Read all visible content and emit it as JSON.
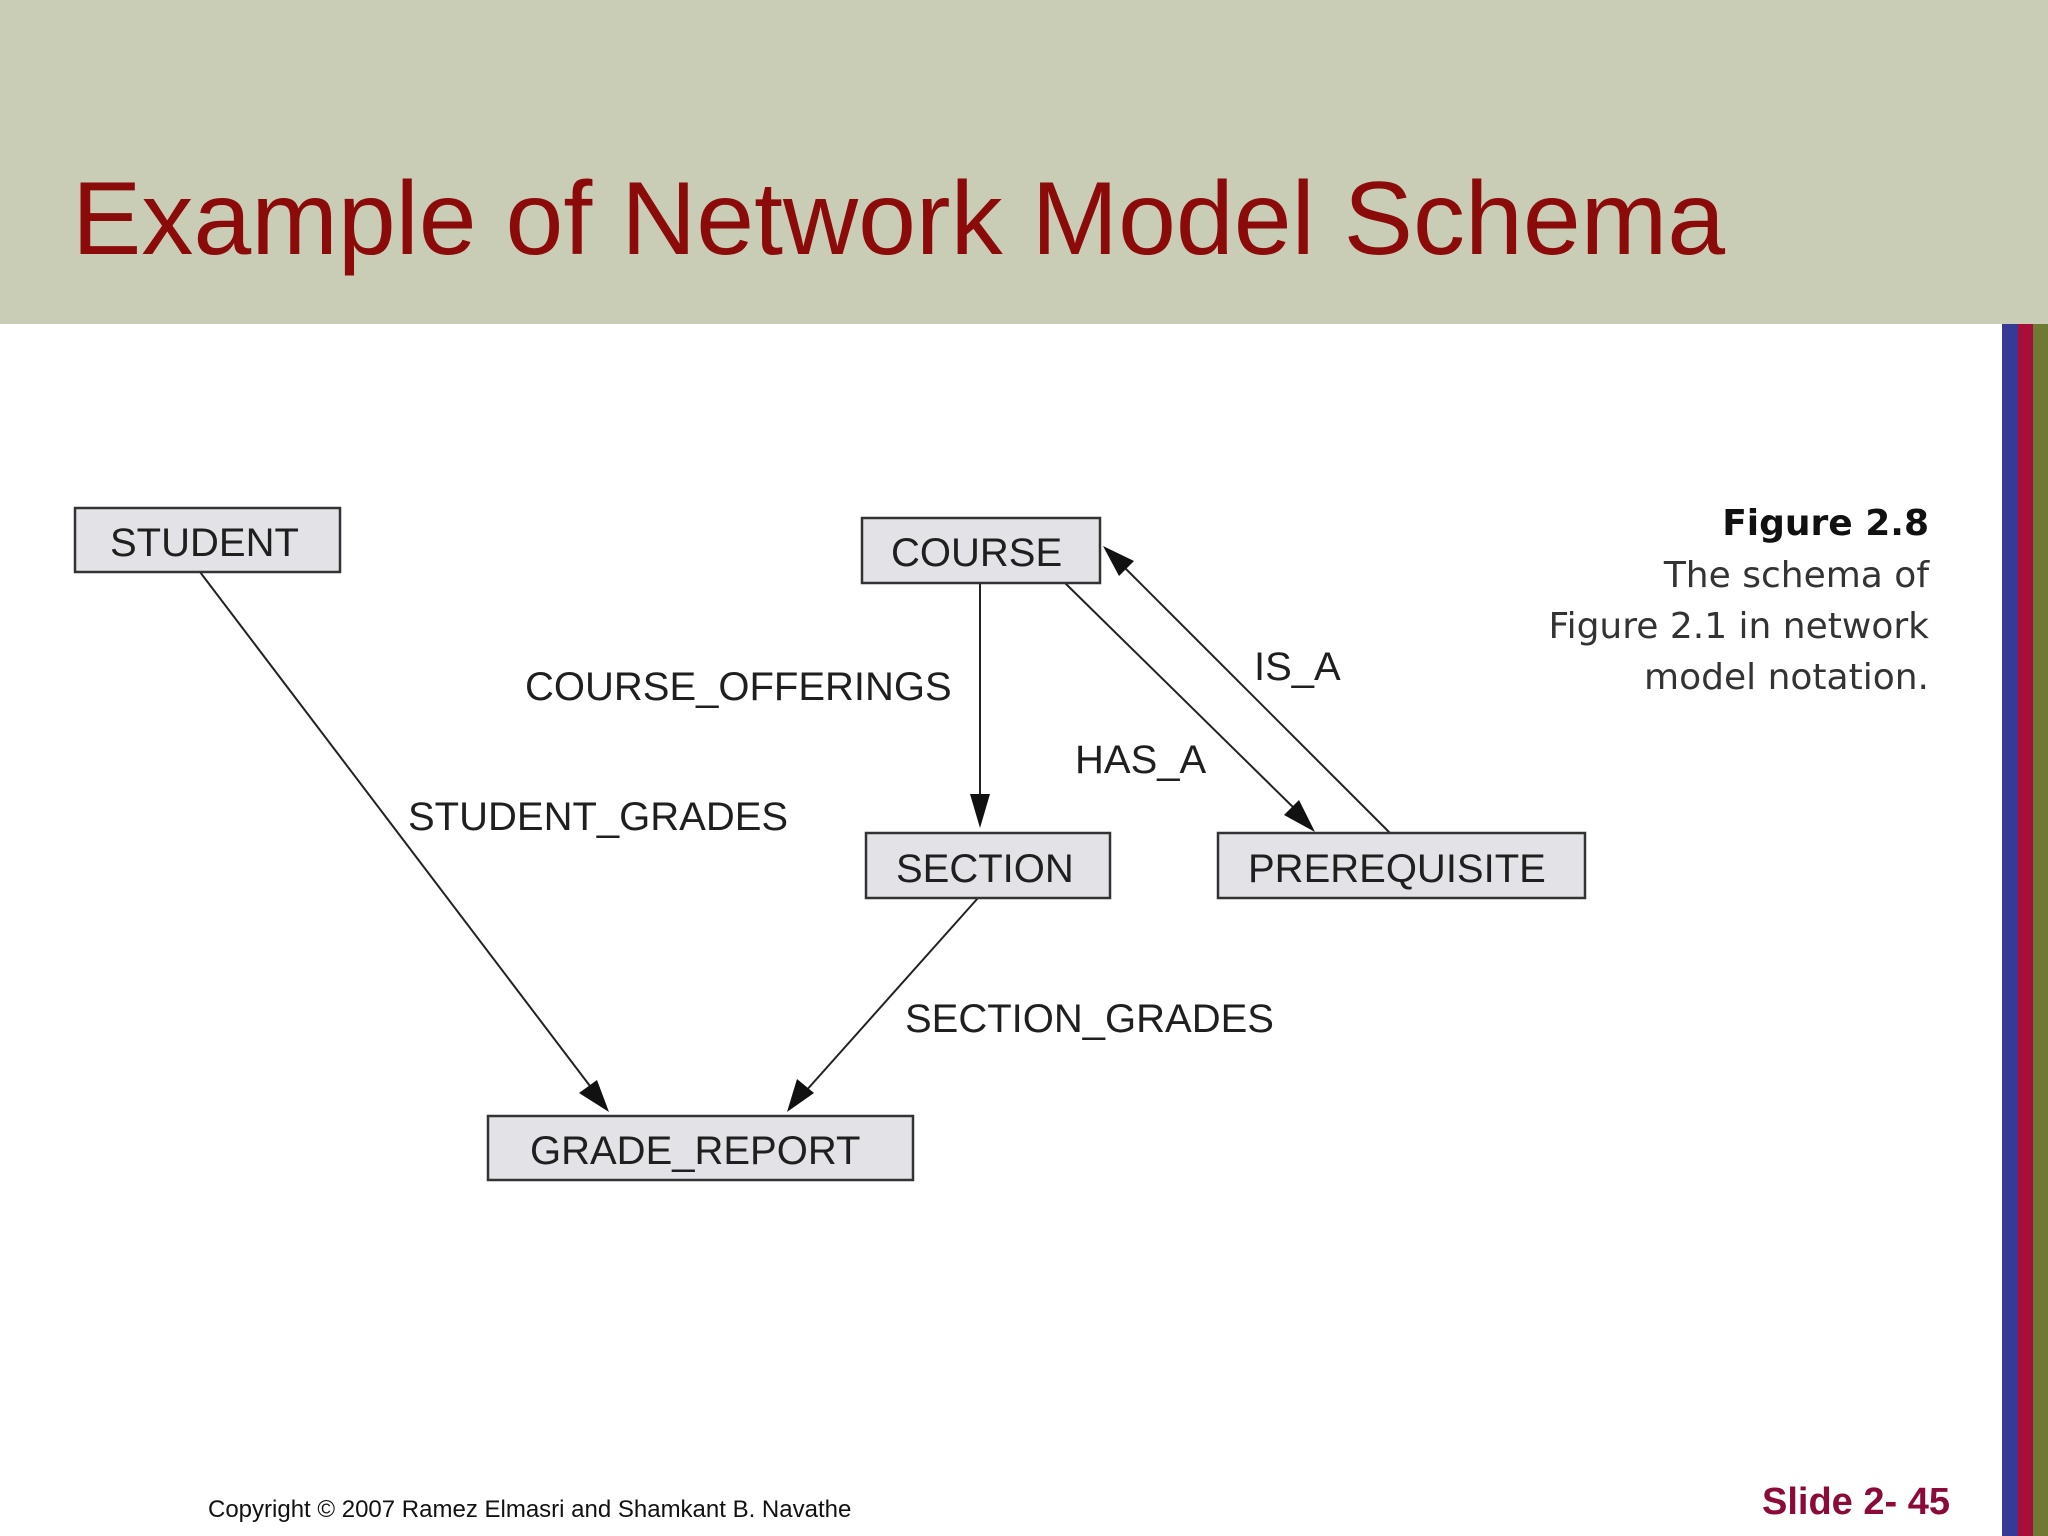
{
  "slide": {
    "title": "Example of Network Model Schema",
    "copyright": "Copyright © 2007 Ramez Elmasri and Shamkant B. Navathe",
    "slide_number": "Slide 2- 45"
  },
  "colors": {
    "title_band": "#c9cdb5",
    "title_text": "#8b0a0a",
    "slide_number": "#8b0a3a",
    "stripes": [
      "#363a95",
      "#a50f3a",
      "#6e7a34"
    ]
  },
  "caption": {
    "figure": "Figure 2.8",
    "lines": [
      "The schema of",
      "Figure 2.1 in network",
      "model notation."
    ]
  },
  "diagram": {
    "nodes": {
      "student": "STUDENT",
      "course": "COURSE",
      "section": "SECTION",
      "prerequisite": "PREREQUISITE",
      "grade_report": "GRADE_REPORT"
    },
    "edges": {
      "course_offerings": "COURSE_OFFERINGS",
      "student_grades": "STUDENT_GRADES",
      "section_grades": "SECTION_GRADES",
      "has_a": "HAS_A",
      "is_a": "IS_A"
    }
  }
}
